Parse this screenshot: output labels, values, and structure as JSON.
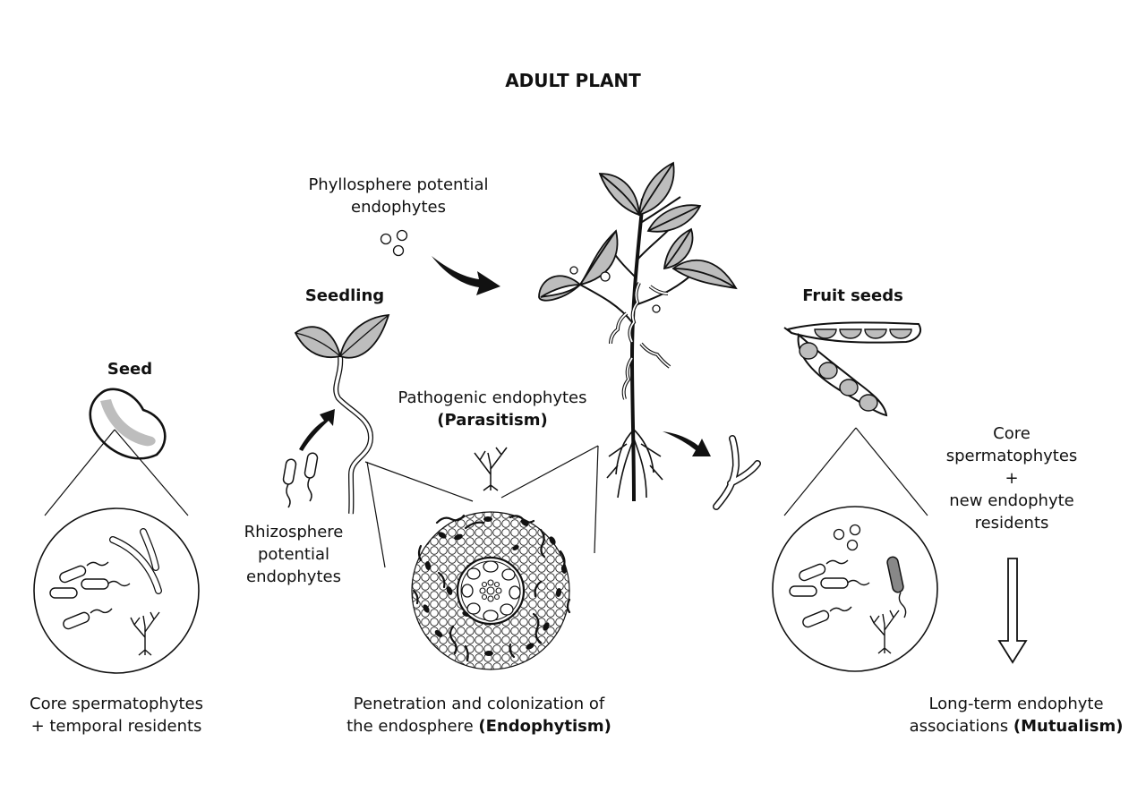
{
  "title": "ADULT PLANT",
  "stages": {
    "seed": "Seed",
    "seedling": "Seedling",
    "fruit_seeds": "Fruit seeds"
  },
  "labels": {
    "phyllosphere_1": "Phyllosphere potential",
    "phyllosphere_2": "endophytes",
    "rhizosphere_1": "Rhizosphere",
    "rhizosphere_2": "potential",
    "rhizosphere_3": "endophytes",
    "pathogenic_1": "Pathogenic endophytes",
    "pathogenic_2": "(Parasitism)",
    "core_new_1": "Core",
    "core_new_2": "spermatophytes",
    "core_new_3": "+",
    "core_new_4": "new endophyte",
    "core_new_5": "residents"
  },
  "captions": {
    "seed_1": "Core spermatophytes",
    "seed_2": "+ temporal residents",
    "endo_1": "Penetration and colonization of",
    "endo_2a": "the endosphere ",
    "endo_2b": "(Endophytism)",
    "mutual_1": "Long-term endophyte",
    "mutual_2a": "associations ",
    "mutual_2b": "(Mutualism)"
  }
}
